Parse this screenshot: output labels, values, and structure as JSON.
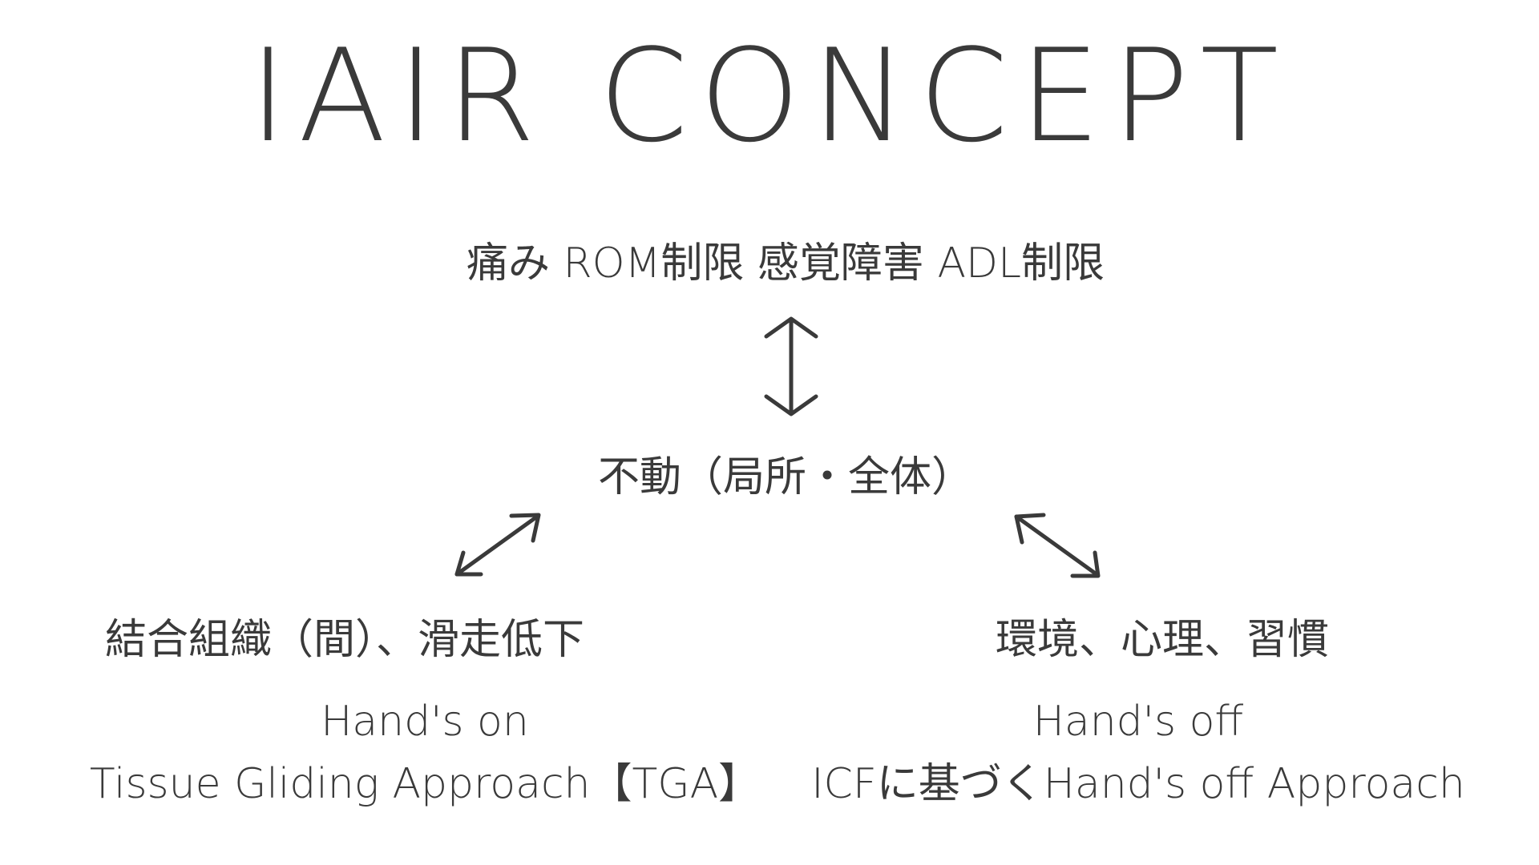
{
  "title": "IAIR CONCEPT",
  "symptoms": "痛み ROM制限 感覚障害 ADL制限",
  "immobility": "不動（局所・全体）",
  "left_branch": {
    "cause": "結合組織（間）、滑走低下",
    "approach_title": "Hand's on",
    "approach_name": "Tissue Gliding Approach【TGA】"
  },
  "right_branch": {
    "cause": "環境、心理、習慣",
    "approach_title": "Hand's off",
    "approach_name": "ICFに基づくHand's off Approach"
  }
}
